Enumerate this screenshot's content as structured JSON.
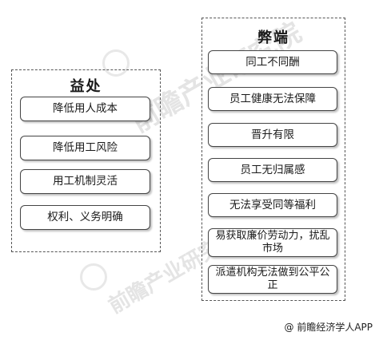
{
  "watermark": {
    "text": "前瞻产业研究院"
  },
  "benefits": {
    "title": "益处",
    "items": [
      "降低用人成本",
      "降低用工风险",
      "用工机制灵活",
      "权利、义务明确"
    ]
  },
  "drawbacks": {
    "title": "弊端",
    "items": [
      "同工不同酬",
      "员工健康无法保障",
      "晋升有限",
      "员工无归属感",
      "无法享受同等福利",
      "易获取廉价劳动力，扰乱市场",
      "派遣机构无法做到公平公正"
    ]
  },
  "footer": {
    "source": "@ 前瞻经济学人APP"
  }
}
